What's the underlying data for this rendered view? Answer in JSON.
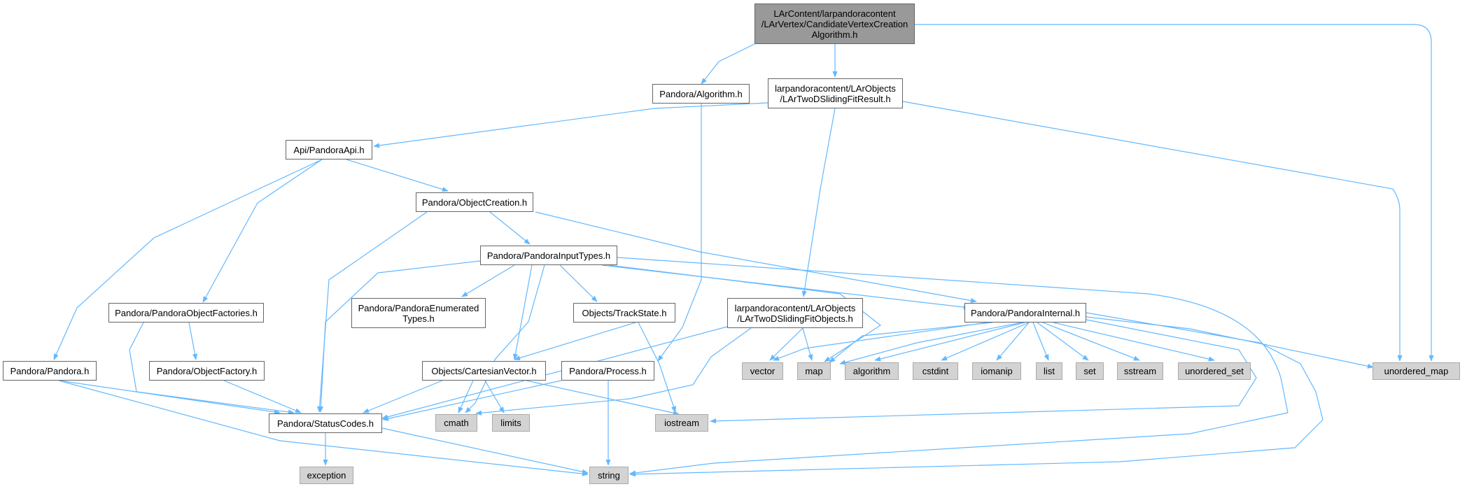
{
  "graph": {
    "root": {
      "label": "LArContent/larpandoracontent\n/LArVertex/CandidateVertexCreation\nAlgorithm.h"
    },
    "nodes": {
      "algorithm_h": {
        "label": "Pandora/Algorithm.h"
      },
      "twod_result_h": {
        "label": "larpandoracontent/LArObjects\n/LArTwoDSlidingFitResult.h"
      },
      "pandora_api_h": {
        "label": "Api/PandoraApi.h"
      },
      "object_creation_h": {
        "label": "Pandora/ObjectCreation.h"
      },
      "pandora_input_types_h": {
        "label": "Pandora/PandoraInputTypes.h"
      },
      "pandora_object_factories_h": {
        "label": "Pandora/PandoraObjectFactories.h"
      },
      "pandora_enumerated_types_h": {
        "label": "Pandora/PandoraEnumerated\nTypes.h"
      },
      "track_state_h": {
        "label": "Objects/TrackState.h"
      },
      "twod_objects_h": {
        "label": "larpandoracontent/LArObjects\n/LArTwoDSlidingFitObjects.h"
      },
      "pandora_internal_h": {
        "label": "Pandora/PandoraInternal.h"
      },
      "pandora_h": {
        "label": "Pandora/Pandora.h"
      },
      "object_factory_h": {
        "label": "Pandora/ObjectFactory.h"
      },
      "cartesian_vector_h": {
        "label": "Objects/CartesianVector.h"
      },
      "process_h": {
        "label": "Pandora/Process.h"
      },
      "status_codes_h": {
        "label": "Pandora/StatusCodes.h"
      },
      "vector": {
        "label": "vector"
      },
      "map": {
        "label": "map"
      },
      "algorithm": {
        "label": "algorithm"
      },
      "cstdint": {
        "label": "cstdint"
      },
      "iomanip": {
        "label": "iomanip"
      },
      "list": {
        "label": "list"
      },
      "set": {
        "label": "set"
      },
      "sstream": {
        "label": "sstream"
      },
      "unordered_set": {
        "label": "unordered_set"
      },
      "unordered_map": {
        "label": "unordered_map"
      },
      "cmath": {
        "label": "cmath"
      },
      "limits": {
        "label": "limits"
      },
      "iostream": {
        "label": "iostream"
      },
      "exception": {
        "label": "exception"
      },
      "string": {
        "label": "string"
      }
    },
    "edge_color": "#63b8ff",
    "root_fill": "#999999",
    "system_fill": "#d3d3d3"
  }
}
